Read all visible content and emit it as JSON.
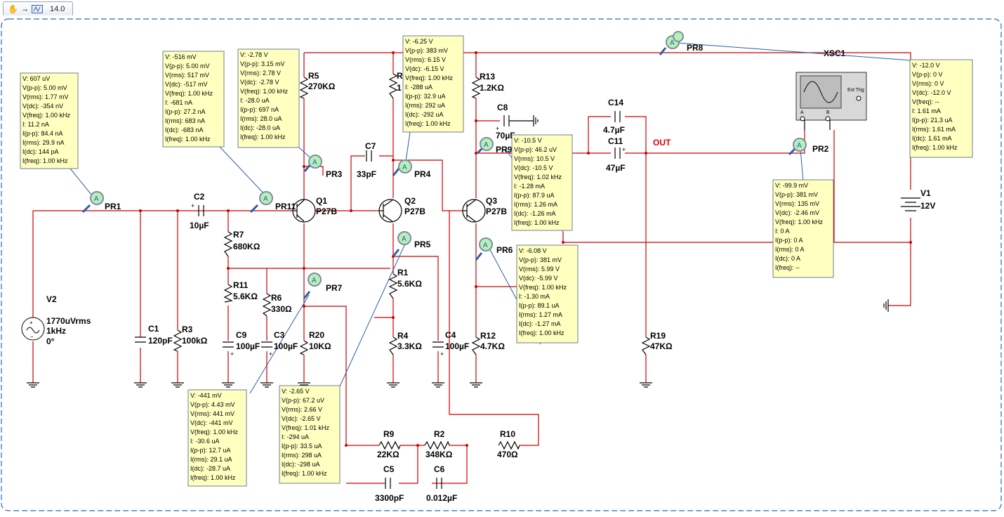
{
  "toolbar": {
    "zoom_label": "14.0"
  },
  "net_labels": {
    "out": "OUT",
    "scope": "XSC1",
    "scope_trig": "Ext Trig",
    "scope_a": "A",
    "scope_b": "B"
  },
  "components": {
    "r5": {
      "name": "R5",
      "value": "270KΩ"
    },
    "r_top": {
      "name": "R",
      "value": "1"
    },
    "r13": {
      "name": "R13",
      "value": "1.2KΩ"
    },
    "c8": {
      "name": "C8",
      "value": "70µF"
    },
    "c14": {
      "name": "C14",
      "value": "4.7µF"
    },
    "c11": {
      "name": "C11",
      "value": "47µF"
    },
    "c7": {
      "name": "C7",
      "value": "33pF"
    },
    "c2": {
      "name": "C2",
      "value": "10µF"
    },
    "q1": {
      "name": "Q1",
      "value": "P27B"
    },
    "q2": {
      "name": "Q2",
      "value": "P27B"
    },
    "q3": {
      "name": "Q3",
      "value": "P27B"
    },
    "r7": {
      "name": "R7",
      "value": "680KΩ"
    },
    "r11": {
      "name": "R11",
      "value": "5.6KΩ"
    },
    "r6": {
      "name": "R6",
      "value": "330Ω"
    },
    "r1": {
      "name": "R1",
      "value": "5.6KΩ"
    },
    "r4": {
      "name": "R4",
      "value": "3.3KΩ"
    },
    "c4": {
      "name": "C4",
      "value": "100µF"
    },
    "r12": {
      "name": "R12",
      "value": "4.7KΩ"
    },
    "r19": {
      "name": "R19",
      "value": "47KΩ"
    },
    "v2": {
      "name": "V2",
      "l1": "1770uVrms",
      "l2": "1kHz",
      "l3": "0°"
    },
    "c1": {
      "name": "C1",
      "value": "120pF"
    },
    "r3": {
      "name": "R3",
      "value": "100kΩ"
    },
    "c9": {
      "name": "C9",
      "value": "100µF"
    },
    "c3": {
      "name": "C3",
      "value": "100µF"
    },
    "r20": {
      "name": "R20",
      "value": "10KΩ"
    },
    "r9": {
      "name": "R9",
      "value": "22KΩ"
    },
    "r2": {
      "name": "R2",
      "value": "348KΩ"
    },
    "r10": {
      "name": "R10",
      "value": "470Ω"
    },
    "c5": {
      "name": "C5",
      "value": "3300pF"
    },
    "c6": {
      "name": "C6",
      "value": "0.012µF"
    },
    "v1": {
      "name": "V1",
      "value": "12V"
    }
  },
  "probe_names": {
    "pr1": "PR1",
    "pr11": "PR11",
    "pr3": "PR3",
    "pr4": "PR4",
    "pr5": "PR5",
    "pr6": "PR6",
    "pr7": "PR7",
    "pr8": "PR8",
    "pr2": "PR2",
    "pr9": "PR9"
  },
  "probes": {
    "pr1": [
      "V: 607 uV",
      "V(p-p): 5.00 mV",
      "V(rms): 1.77 mV",
      "V(dc): -354 nV",
      "V(freq): 1.00 kHz",
      "I: 11.2 nA",
      "I(p-p): 84.4 nA",
      "I(rms): 29.9 nA",
      "I(dc): 144 pA",
      "I(freq): 1.00 kHz"
    ],
    "pr11": [
      "V: -516 mV",
      "V(p-p): 5.00 mV",
      "V(rms): 517 mV",
      "V(dc): -517 mV",
      "V(freq): 1.00 kHz",
      "I: -681 nA",
      "I(p-p): 27.2 nA",
      "I(rms): 683 nA",
      "I(dc): -683 nA",
      "I(freq): 1.00 kHz"
    ],
    "pr3": [
      "V: -2.78 V",
      "V(p-p): 3.15 mV",
      "V(rms): 2.78 V",
      "V(dc): -2.78 V",
      "V(freq): 1.00 kHz",
      "I: -28.0 uA",
      "I(p-p): 697 nA",
      "I(rms): 28.0 uA",
      "I(dc): -28.0 uA",
      "I(freq): 1.00 kHz"
    ],
    "pr4": [
      "V: -6.25 V",
      "V(p-p): 383 mV",
      "V(rms): 6.15 V",
      "V(dc): -6.15 V",
      "V(freq): 1.00 kHz",
      "I: -288 uA",
      "I(p-p): 32.9 uA",
      "I(rms): 292 uA",
      "I(dc): -292 uA",
      "I(freq): 1.00 kHz"
    ],
    "pr9": [
      "V: -10.5 V",
      "V(p-p): 46.2 uV",
      "V(rms): 10.5 V",
      "V(dc): -10.5 V",
      "V(freq): 1.02 kHz",
      "I: -1.28 mA",
      "I(p-p): 87.9 uA",
      "I(rms): 1.26 mA",
      "I(dc): -1.26 mA",
      "I(freq): 1.00 kHz"
    ],
    "pr6": [
      "V: -6.08 V",
      "V(p-p): 381 mV",
      "V(rms): 5.99 V",
      "V(dc): -5.99 V",
      "V(freq): 1.00 kHz",
      "I: -1.30 mA",
      "I(p-p): 89.1 uA",
      "I(rms): 1.27 mA",
      "I(dc): -1.27 mA",
      "I(freq): 1.00 kHz"
    ],
    "pr2": [
      "V: -99.9 mV",
      "V(p-p): 381 mV",
      "V(rms): 135 mV",
      "V(dc): -2.46 mV",
      "V(freq): 1.00 kHz",
      "I: 0 A",
      "I(p-p): 0 A",
      "I(rms): 0 A",
      "I(dc): 0 A",
      "I(freq): --"
    ],
    "pr8": [
      "V: -12.0 V",
      "V(p-p): 0 V",
      "V(rms): 0 V",
      "V(dc): -12.0 V",
      "V(freq): --",
      "I: 1.61 mA",
      "I(p-p): 21.3 uA",
      "I(rms): 1.61 mA",
      "I(dc): 1.61 mA",
      "I(freq): 1.00 kHz"
    ],
    "pr7": [
      "V: -441 mV",
      "V(p-p): 4.43 mV",
      "V(rms): 441 mV",
      "V(dc): -441 mV",
      "V(freq): 1.00 kHz",
      "I: -30.6 uA",
      "I(p-p): 12.7 uA",
      "I(rms): 29.1 uA",
      "I(dc): -28.7 uA",
      "I(freq): 1.00 kHz"
    ],
    "pr5": [
      "V: -2.65 V",
      "V(p-p): 67.2 uV",
      "V(rms): 2.66 V",
      "V(dc): -2.65 V",
      "V(freq): 1.01 kHz",
      "I: -294 uA",
      "I(p-p): 33.5 uA",
      "I(rms): 298 uA",
      "I(dc): -298 uA",
      "I(freq): 1.00 kHz"
    ]
  },
  "colors": {
    "wire": "#cc0000",
    "tooltip": "#ffffc0",
    "frame": "#2d6ab1",
    "probe_fill": "#b6f0b8",
    "probe_ring": "#7f8da0"
  }
}
